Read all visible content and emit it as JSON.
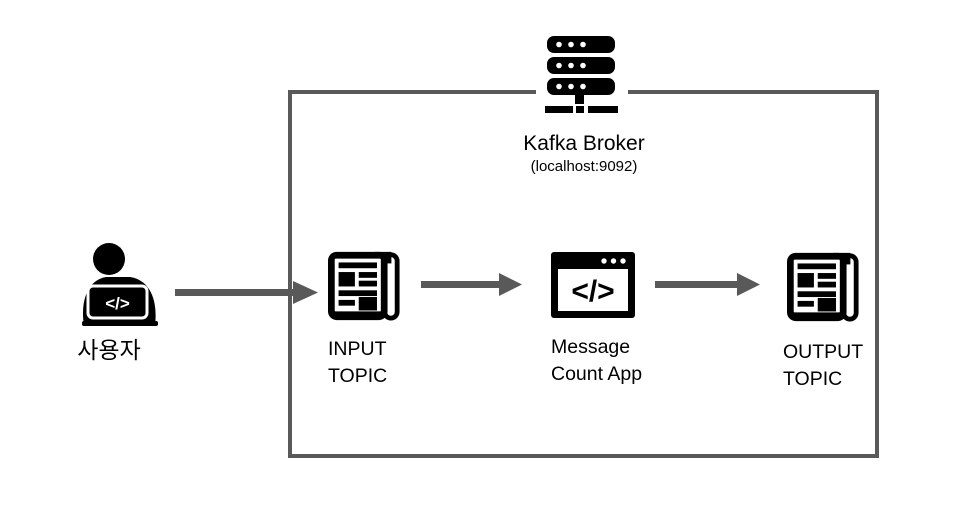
{
  "broker": {
    "title": "Kafka Broker",
    "subtitle": "(localhost:9092)"
  },
  "actor": {
    "label": "사용자",
    "glyph": "</>"
  },
  "nodes": [
    {
      "id": "input-topic",
      "line1": "INPUT",
      "line2": "TOPIC",
      "icon": "newspaper-icon"
    },
    {
      "id": "message-count-app",
      "line1": "Message",
      "line2": "Count App",
      "icon": "code-window-icon",
      "glyph": "</>"
    },
    {
      "id": "output-topic",
      "line1": "OUTPUT",
      "line2": "TOPIC",
      "icon": "newspaper-icon"
    }
  ],
  "icons": {
    "broker": "server-rack-icon",
    "actor": "person-with-laptop-icon"
  },
  "colors": {
    "ink": "#000000",
    "arrow": "#595959",
    "boundary": "#595959",
    "background": "#ffffff"
  }
}
